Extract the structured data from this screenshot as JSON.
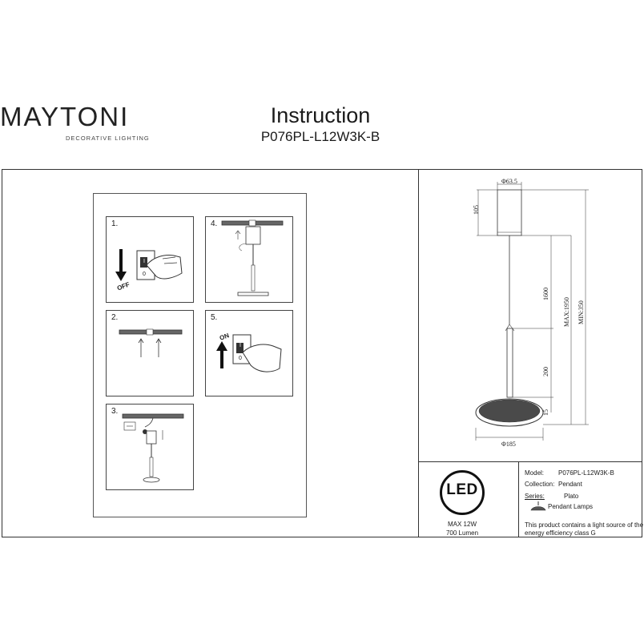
{
  "brand": {
    "name": "MAYTONI",
    "tagline": "DECORATIVE LIGHTING"
  },
  "header": {
    "title": "Instruction",
    "model_code": "P076PL-L12W3K-B"
  },
  "steps": [
    {
      "number": "1.",
      "switch_label": "OFF",
      "switch_on": "I",
      "switch_off": "0"
    },
    {
      "number": "2."
    },
    {
      "number": "3."
    },
    {
      "number": "4."
    },
    {
      "number": "5.",
      "switch_label": "ON",
      "switch_on": "I",
      "switch_off": "0"
    }
  ],
  "drawing": {
    "canopy_diameter": "Φ63.5",
    "canopy_height": "105",
    "cable_length": "1600",
    "max_height": "MAX:1950",
    "min_height": "MIN:350",
    "rod_length": "200",
    "disc_thickness": "15",
    "disc_diameter": "Φ185"
  },
  "led": {
    "badge": "LED",
    "power": "MAX 12W",
    "lumen": "700 Lumen"
  },
  "specs": {
    "model_label": "Model:",
    "model_value": "P076PL-L12W3K-B",
    "collection_label": "Collection:",
    "collection_value": "Pendant",
    "series_label": "Series:",
    "series_value": "Plato",
    "type_value": "Pendant Lamps",
    "energy_note_line1": "This product contains a light source of the",
    "energy_note_line2": "energy efficiency class G"
  }
}
